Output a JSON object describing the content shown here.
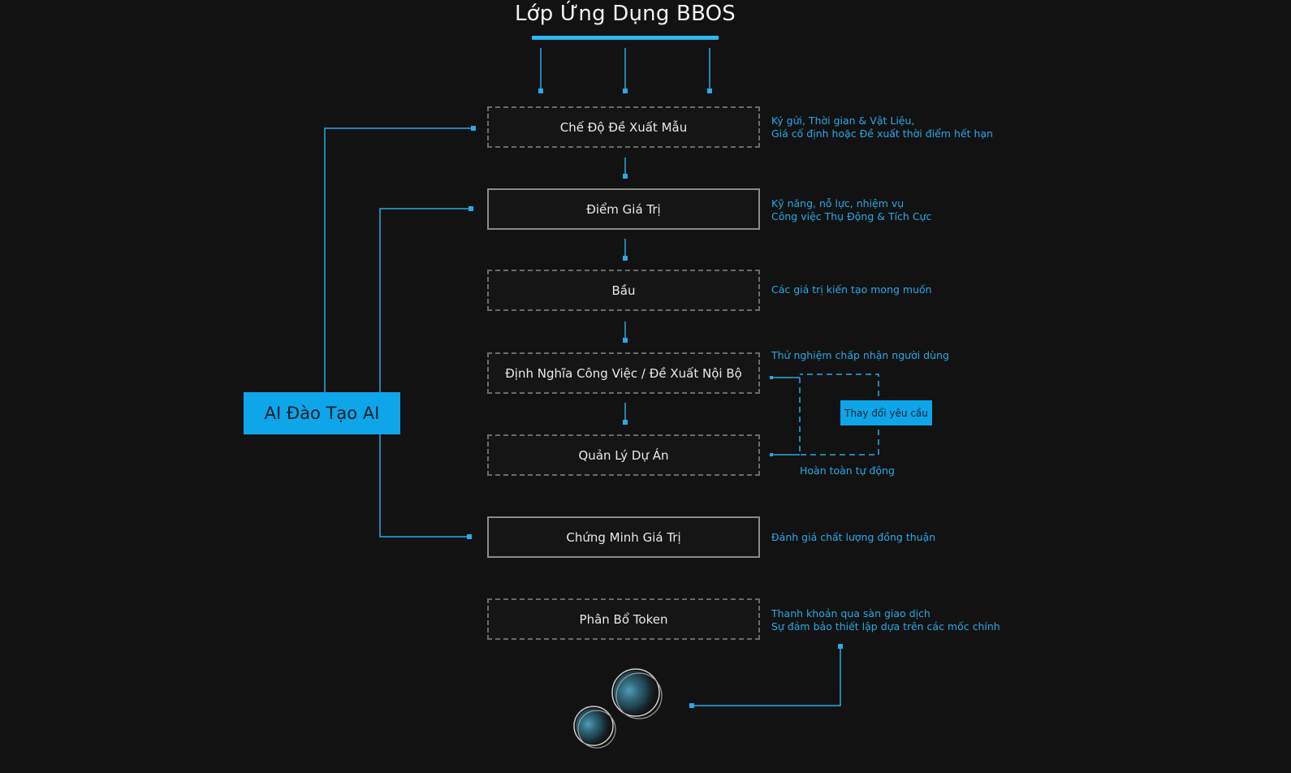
{
  "title": "Lớp Ứng Dụng BBOS",
  "ai_box": "AI Đào Tạo AI",
  "change_request": "Thay đổi yêu cầu",
  "steps": [
    {
      "label": "Chế Độ Đề Xuất Mẫu",
      "note": [
        "Ký gửi, Thời gian & Vật Liệu,",
        "Giá cố định hoặc Đề xuất thời điểm hết hạn"
      ]
    },
    {
      "label": "Điểm Giá Trị",
      "note": [
        "Kỹ năng, nỗ lực, nhiệm vụ",
        "Công việc Thụ Động & Tích Cực"
      ]
    },
    {
      "label": "Bầu",
      "note": [
        "Các giá trị kiến tạo mong muốn"
      ]
    },
    {
      "label": "Định Nghĩa Công Việc / Đề Xuất Nội Bộ",
      "note": [
        "Thử nghiệm chấp nhận người dùng"
      ]
    },
    {
      "label": "Quản Lý Dự Án",
      "note": [
        "Hoàn toàn tự động"
      ]
    },
    {
      "label": "Chứng Minh Giá Trị",
      "note": [
        "Đánh giá chất lượng đồng thuận"
      ]
    },
    {
      "label": "Phân Bổ Token",
      "note": [
        "Thanh khoản qua sàn giao dịch",
        "Sự đảm bảo thiết lập dựa trên các mốc chính"
      ]
    }
  ],
  "colors": {
    "accent": "#0ea5e9",
    "line": "#29a9e6",
    "background": "#121212"
  }
}
